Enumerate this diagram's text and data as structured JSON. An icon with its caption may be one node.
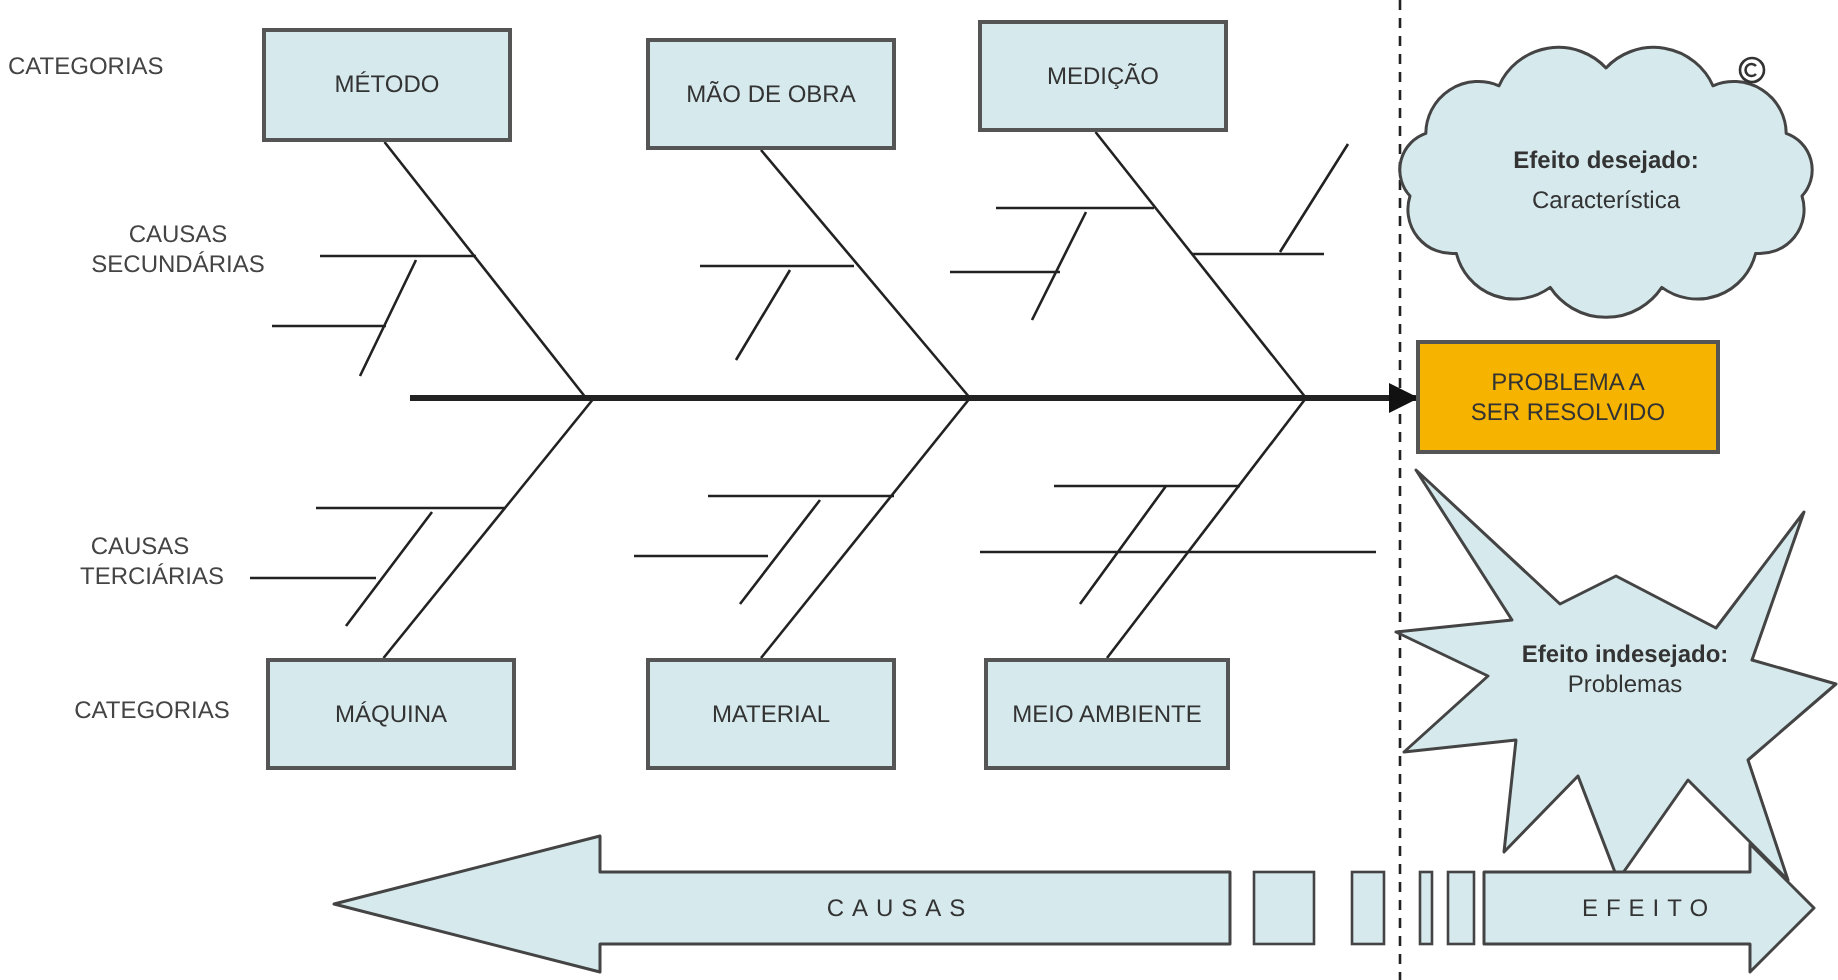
{
  "diagram": {
    "nodes": [
      {
        "text": [
          "MÉTODO"
        ]
      },
      {
        "text": [
          "MÃO DE OBRA"
        ]
      },
      {
        "text": [
          "MEDIÇÃO"
        ]
      },
      {
        "text": [
          "Efeito desejado:",
          "Característica"
        ]
      },
      {
        "text": [
          "PROBLEMA A SER RESOLVIDO"
        ]
      },
      {
        "text": [
          "MÁQUINA"
        ]
      },
      {
        "text": [
          "MATERIAL"
        ]
      },
      {
        "text": [
          "MEIO AMBIENTE"
        ]
      },
      {
        "text": [
          "Efeito indesejado:",
          "Problemas"
        ]
      },
      {
        "text": [
          "CAUSAS"
        ]
      },
      {
        "text": [
          "EFEITO"
        ]
      }
    ],
    "edges": [
      {
        "from": null,
        "to": 4,
        "arrow": "to",
        "style": "thick"
      },
      {
        "from": 0,
        "to": null,
        "arrow": "none"
      },
      {
        "from": 1,
        "to": null,
        "arrow": "none"
      },
      {
        "from": 2,
        "to": null,
        "arrow": "none"
      },
      {
        "from": 5,
        "to": null,
        "arrow": "none"
      },
      {
        "from": 6,
        "to": null,
        "arrow": "none"
      },
      {
        "from": 7,
        "to": null,
        "arrow": "none"
      }
    ],
    "labels": [
      "CATEGORIAS",
      "CAUSAS SECUNDÁRIAS",
      "CAUSAS TERCIÁRIAS",
      "CATEGORIAS"
    ]
  }
}
